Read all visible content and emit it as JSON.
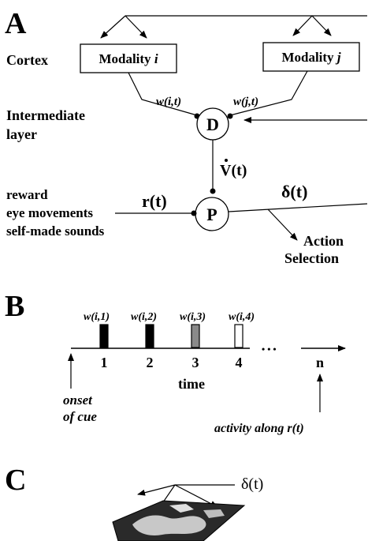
{
  "panels": {
    "a": {
      "letter": "A",
      "cortex_label": "Cortex",
      "modality_i": {
        "prefix": "Modality ",
        "var": "i"
      },
      "modality_j": {
        "prefix": "Modality ",
        "var": "j"
      },
      "weight_i": "w(i,t)",
      "weight_j": "w(j,t)",
      "intermediate_label": [
        "Intermediate",
        "layer"
      ],
      "node_d": "D",
      "node_p": "P",
      "vdot_label": "V(t)",
      "reward_label": "r(t)",
      "delta_label": "δ(t)",
      "inputs": [
        "reward",
        "eye movements",
        "self-made sounds"
      ],
      "action_label": [
        "Action",
        "Selection"
      ]
    },
    "b": {
      "letter": "B",
      "ticks": [
        "1",
        "2",
        "3",
        "4"
      ],
      "weights": [
        "w(i,1)",
        "w(i,2)",
        "w(i,3)",
        "w(i,4)"
      ],
      "weight_fills": [
        "#000000",
        "#000000",
        "#8a8a8a",
        "#ffffff"
      ],
      "ellipsis": "• • •",
      "n_label": "n",
      "time_label": "time",
      "onset_label": [
        "onset",
        "of cue"
      ],
      "activity_label": "activity along r(t)"
    },
    "c": {
      "letter": "C",
      "delta_label": "δ(t)"
    }
  }
}
